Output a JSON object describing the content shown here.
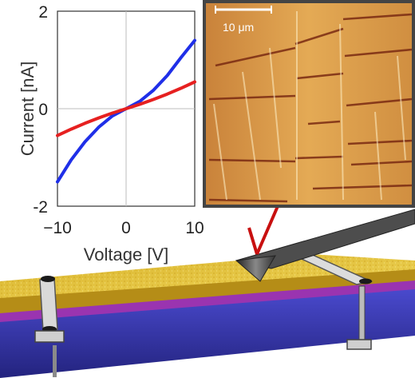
{
  "chart_data": {
    "type": "line",
    "xlabel": "Voltage [V]",
    "ylabel": "Current [nA]",
    "xlim": [
      -10,
      10
    ],
    "ylim": [
      -2,
      2
    ],
    "x_ticks": [
      "-10",
      "0",
      "10"
    ],
    "y_ticks": [
      "2",
      "0",
      "-2"
    ],
    "grid": false,
    "crosshair_at_zero": true,
    "series": [
      {
        "color": "#1f2fe8",
        "x": [
          -10,
          -8,
          -6,
          -4,
          -2,
          0,
          2,
          4,
          6,
          8,
          10
        ],
        "y": [
          -1.5,
          -1.05,
          -0.68,
          -0.38,
          -0.15,
          0,
          0.15,
          0.38,
          0.68,
          1.05,
          1.4
        ]
      },
      {
        "color": "#e62020",
        "x": [
          -10,
          -8,
          -6,
          -4,
          -2,
          0,
          2,
          4,
          6,
          8,
          10
        ],
        "y": [
          -0.55,
          -0.42,
          -0.3,
          -0.19,
          -0.09,
          0,
          0.09,
          0.19,
          0.3,
          0.42,
          0.55
        ]
      }
    ]
  },
  "afm_image": {
    "scale_bar_label": "10 μm",
    "background": "#d99a44",
    "frame_color": "#444444"
  },
  "device": {
    "film_color": "#e8c93a",
    "substrate_color": "#3434b0",
    "interlayer_color": "#9a34b0",
    "contact_color": "#d9d9d9",
    "tip_color": "#555555",
    "laser_color": "#c81010"
  }
}
